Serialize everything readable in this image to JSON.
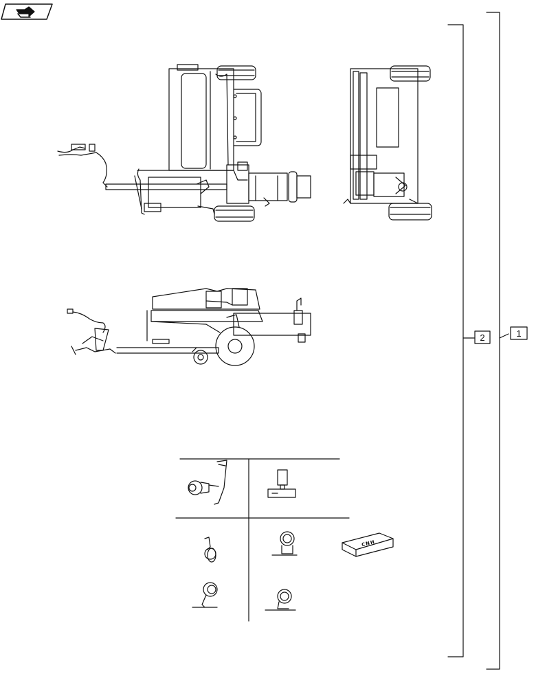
{
  "page": {
    "background": "#ffffff",
    "line_color": "#111111"
  },
  "header": {
    "icon": "hand-arrow-icon"
  },
  "callouts": [
    {
      "id": "callout-1",
      "label": "1"
    },
    {
      "id": "callout-2",
      "label": "2"
    }
  ],
  "kit": {
    "label": "CNH",
    "icon": "parts-box-icon"
  },
  "views": [
    {
      "name": "top-view",
      "icon": "baler-top-view"
    },
    {
      "name": "rear-view",
      "icon": "baler-rear-view"
    },
    {
      "name": "side-view",
      "icon": "baler-side-view"
    }
  ],
  "lamp_details": [
    {
      "name": "lamp-detail-fender-mount",
      "icon": "round-lamp-icon"
    },
    {
      "name": "lamp-detail-base-mount",
      "icon": "lamp-base-icon"
    },
    {
      "name": "lamp-detail-bracket-mount",
      "icon": "bracket-lamp-icon"
    },
    {
      "name": "lamp-detail-pedestal-upright",
      "icon": "pedestal-lamp-icon"
    },
    {
      "name": "lamp-detail-pedestal-tilted",
      "icon": "pedestal-lamp-icon"
    },
    {
      "name": "lamp-detail-pedestal-side",
      "icon": "pedestal-lamp-icon"
    }
  ]
}
